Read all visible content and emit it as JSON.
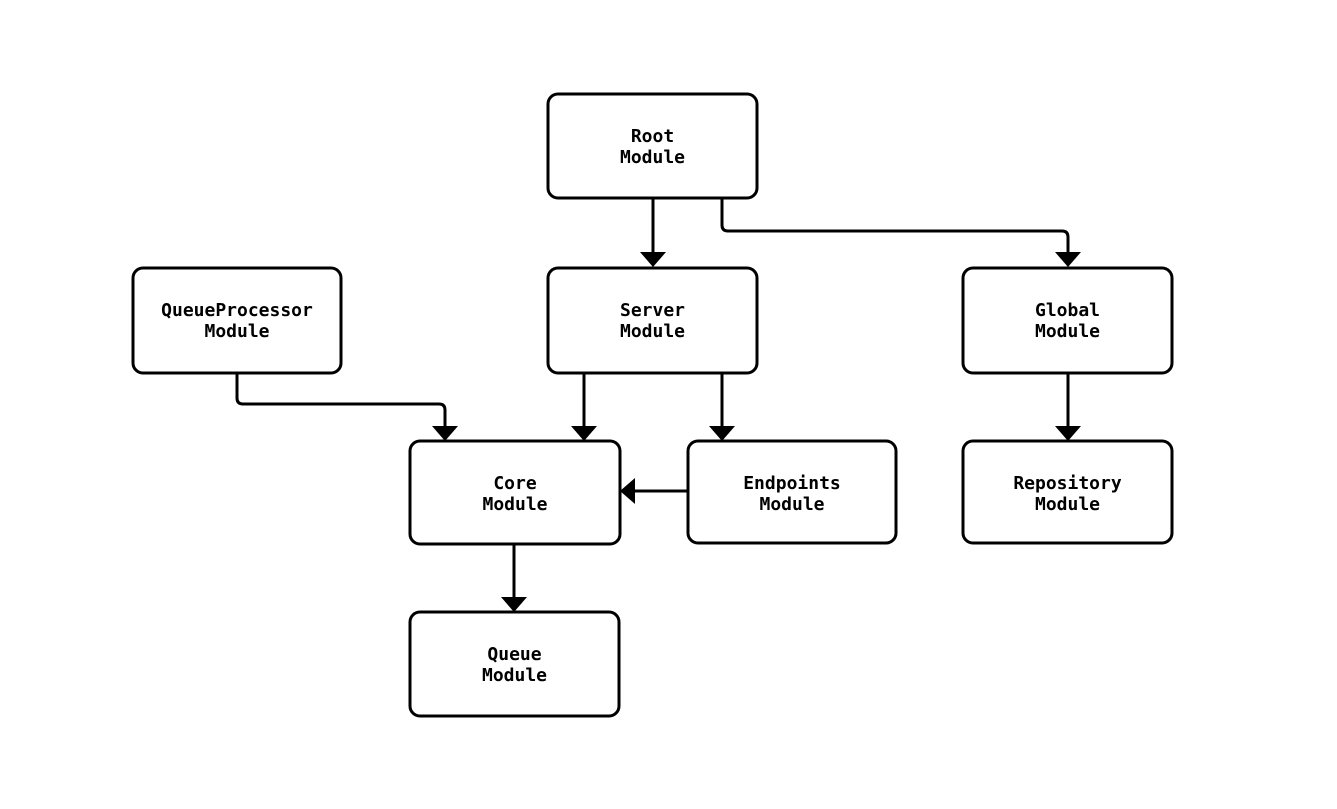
{
  "diagram": {
    "type": "flowchart",
    "background_color": "#ffffff",
    "stroke_color": "#000000",
    "text_color": "#000000",
    "node_fill_color": "#ffffff",
    "nodes": [
      {
        "id": "root",
        "line1": "Root",
        "line2": "Module"
      },
      {
        "id": "queueprocessor",
        "line1": "QueueProcessor",
        "line2": "Module"
      },
      {
        "id": "server",
        "line1": "Server",
        "line2": "Module"
      },
      {
        "id": "global",
        "line1": "Global",
        "line2": "Module"
      },
      {
        "id": "core",
        "line1": "Core",
        "line2": "Module"
      },
      {
        "id": "endpoints",
        "line1": "Endpoints",
        "line2": "Module"
      },
      {
        "id": "repository",
        "line1": "Repository",
        "line2": "Module"
      },
      {
        "id": "queue",
        "line1": "Queue",
        "line2": "Module"
      }
    ],
    "edges": [
      {
        "from": "Root Module",
        "to": "Server Module"
      },
      {
        "from": "Root Module",
        "to": "Global Module"
      },
      {
        "from": "QueueProcessor Module",
        "to": "Core Module"
      },
      {
        "from": "Server Module",
        "to": "Core Module"
      },
      {
        "from": "Server Module",
        "to": "Endpoints Module"
      },
      {
        "from": "Endpoints Module",
        "to": "Core Module"
      },
      {
        "from": "Global Module",
        "to": "Repository Module"
      },
      {
        "from": "Core Module",
        "to": "Queue Module"
      }
    ]
  }
}
